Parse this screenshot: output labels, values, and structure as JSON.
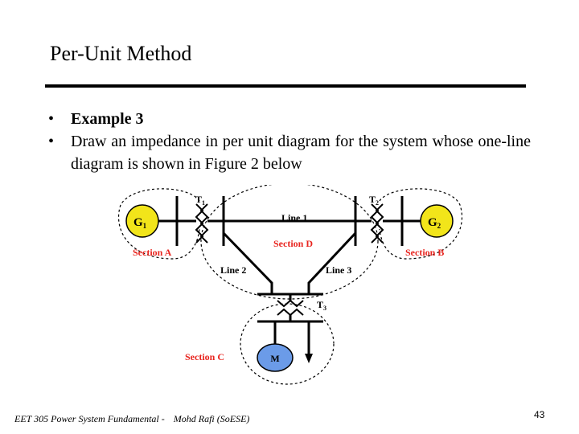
{
  "slide": {
    "title": "Per-Unit Method",
    "bullets": [
      "Example 3",
      "Draw an impedance in per unit diagram for the system whose one-line diagram is shown in Figure 2 below"
    ],
    "bullet_symbol": "•"
  },
  "diagram": {
    "transformer_labels": {
      "t1": "T",
      "t1_sub": "1",
      "t2": "T",
      "t2_sub": "2",
      "t3": "T",
      "t3_sub": "3"
    },
    "generator_labels": {
      "g1": "G",
      "g1_sub": "1",
      "g2": "G",
      "g2_sub": "2"
    },
    "motor_label": "M",
    "line_labels": {
      "line1": "Line 1",
      "line2": "Line 2",
      "line3": "Line 3"
    },
    "section_labels": {
      "a": "Section A",
      "b": "Section B",
      "c": "Section C",
      "d": "Section D"
    },
    "colors": {
      "section_text": "#e8251f",
      "generator_fill": "#f2e51a",
      "motor_fill": "#6b9be8"
    }
  },
  "footer": {
    "course": "EET 305 Power System Fundamental -",
    "author": "Mohd Rafi (SoESE)",
    "page": "43"
  }
}
